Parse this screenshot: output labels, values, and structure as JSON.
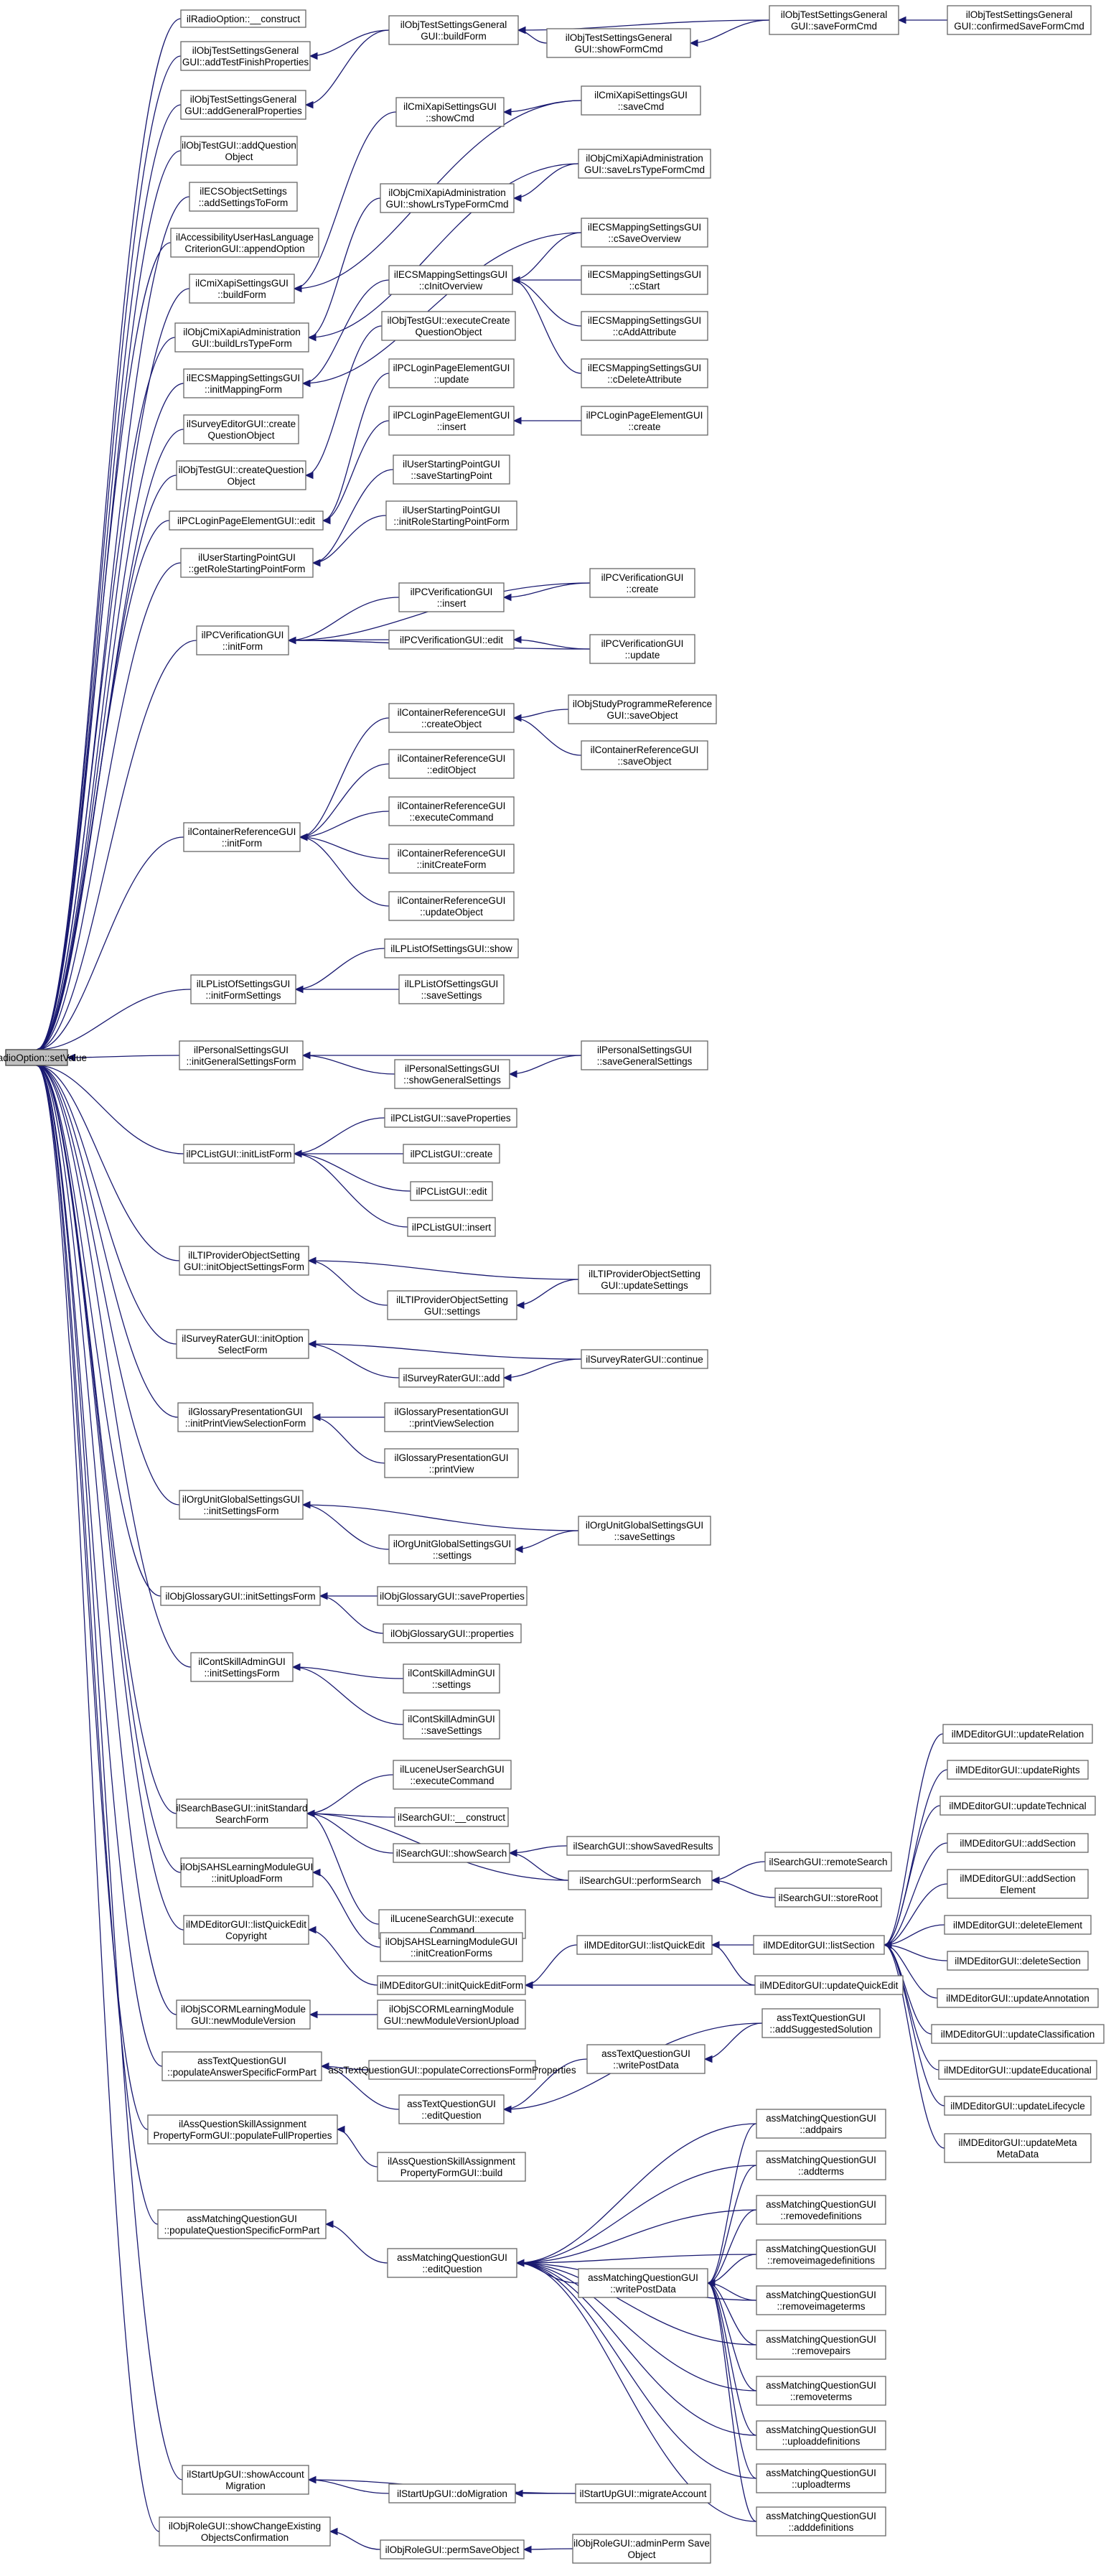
{
  "root": "ilRadioOption::setValue",
  "nodes": {
    "root": [
      "ilRadioOption::setValue"
    ],
    "roc": [
      "ilRadioOption::__construct"
    ],
    "tsgAddFinish": [
      "ilObjTestSettingsGeneral",
      "GUI::addTestFinishProperties"
    ],
    "tsgAddGeneral": [
      "ilObjTestSettingsGeneral",
      "GUI::addGeneralProperties"
    ],
    "tguiAddQ": [
      "ilObjTestGUI::addQuestion",
      "Object"
    ],
    "ecsObj": [
      "ilECSObjectSettings",
      "::addSettingsToForm"
    ],
    "accLang": [
      "ilAccessibilityUserHasLanguage",
      "CriterionGUI::appendOption"
    ],
    "cmiXapiBuild": [
      "ilCmiXapiSettingsGUI",
      "::buildForm"
    ],
    "cmiAdmBuild": [
      "ilObjCmiXapiAdministration",
      "GUI::buildLrsTypeForm"
    ],
    "ecsMapInit": [
      "ilECSMappingSettingsGUI",
      "::initMappingForm"
    ],
    "surveyEd": [
      "ilSurveyEditorGUI::create",
      "QuestionObject"
    ],
    "tguiCreateQ": [
      "ilObjTestGUI::createQuestion",
      "Object"
    ],
    "pcLoginEdit": [
      "ilPCLoginPageElementGUI::edit"
    ],
    "usp": [
      "ilUserStartingPointGUI",
      "::getRoleStartingPointForm"
    ],
    "pcVerInit": [
      "ilPCVerificationGUI",
      "::initForm"
    ],
    "contRefInit": [
      "ilContainerReferenceGUI",
      "::initForm"
    ],
    "lpList": [
      "ilLPListOfSettingsGUI",
      "::initFormSettings"
    ],
    "persInit": [
      "ilPersonalSettingsGUI",
      "::initGeneralSettingsForm"
    ],
    "pcListInit": [
      "ilPCListGUI::initListForm"
    ],
    "ltiInit": [
      "ilLTIProviderObjectSetting",
      "GUI::initObjectSettingsForm"
    ],
    "surveyRater": [
      "ilSurveyRaterGUI::initOption",
      "SelectForm"
    ],
    "glossPres": [
      "ilGlossaryPresentationGUI",
      "::initPrintViewSelectionForm"
    ],
    "orgUnit": [
      "ilOrgUnitGlobalSettingsGUI",
      "::initSettingsForm"
    ],
    "glossInit": [
      "ilObjGlossaryGUI::initSettingsForm"
    ],
    "contSkill": [
      "ilContSkillAdminGUI",
      "::initSettingsForm"
    ],
    "searchBase": [
      "ilSearchBaseGUI::initStandard",
      "SearchForm"
    ],
    "sahs": [
      "ilObjSAHSLearningModuleGUI",
      "::initUploadForm"
    ],
    "mdCopy": [
      "ilMDEditorGUI::listQuickEdit",
      "Copyright"
    ],
    "scorm": [
      "ilObjSCORMLearningModule",
      "GUI::newModuleVersion"
    ],
    "textPop": [
      "assTextQuestionGUI",
      "::populateAnswerSpecificFormPart"
    ],
    "skillAssign": [
      "ilAssQuestionSkillAssignment",
      "PropertyFormGUI::populateFullProperties"
    ],
    "matchPop": [
      "assMatchingQuestionGUI",
      "::populateQuestionSpecificFormPart"
    ],
    "startUp": [
      "ilStartUpGUI::showAccount",
      "Migration"
    ],
    "objRole": [
      "ilObjRoleGUI::showChangeExisting",
      "ObjectsConfirmation"
    ],
    "tsgBuild": [
      "ilObjTestSettingsGeneral",
      "GUI::buildForm"
    ],
    "tsgShow": [
      "ilObjTestSettingsGeneral",
      "GUI::showFormCmd"
    ],
    "tsgSave": [
      "ilObjTestSettingsGeneral",
      "GUI::saveFormCmd"
    ],
    "tsgConfirm": [
      "ilObjTestSettingsGeneral",
      "GUI::confirmedSaveFormCmd"
    ],
    "cmiShow": [
      "ilCmiXapiSettingsGUI",
      "::showCmd"
    ],
    "cmiSave": [
      "ilCmiXapiSettingsGUI",
      "::saveCmd"
    ],
    "cmiAdmSave": [
      "ilObjCmiXapiAdministration",
      "GUI::saveLrsTypeFormCmd"
    ],
    "cmiAdmShow": [
      "ilObjCmiXapiAdministration",
      "GUI::showLrsTypeFormCmd"
    ],
    "ecsSaveOv": [
      "ilECSMappingSettingsGUI",
      "::cSaveOverview"
    ],
    "ecsInitOv": [
      "ilECSMappingSettingsGUI",
      "::cInitOverview"
    ],
    "ecsStart": [
      "ilECSMappingSettingsGUI",
      "::cStart"
    ],
    "ecsAdd": [
      "ilECSMappingSettingsGUI",
      "::cAddAttribute"
    ],
    "ecsDel": [
      "ilECSMappingSettingsGUI",
      "::cDeleteAttribute"
    ],
    "tguiExec": [
      "ilObjTestGUI::executeCreate",
      "QuestionObject"
    ],
    "pcLoginUpd": [
      "ilPCLoginPageElementGUI",
      "::update"
    ],
    "pcLoginIns": [
      "ilPCLoginPageElementGUI",
      "::insert"
    ],
    "pcLoginCre": [
      "ilPCLoginPageElementGUI",
      "::create"
    ],
    "uspSave": [
      "ilUserStartingPointGUI",
      "::saveStartingPoint"
    ],
    "uspInitRole": [
      "ilUserStartingPointGUI",
      "::initRoleStartingPointForm"
    ],
    "pcVerCreate": [
      "ilPCVerificationGUI",
      "::create"
    ],
    "pcVerInsert": [
      "ilPCVerificationGUI",
      "::insert"
    ],
    "pcVerEdit": [
      "ilPCVerificationGUI::edit"
    ],
    "pcVerUpdate": [
      "ilPCVerificationGUI",
      "::update"
    ],
    "contRefCreate": [
      "ilContainerReferenceGUI",
      "::createObject"
    ],
    "studyProg": [
      "ilObjStudyProgrammeReference",
      "GUI::saveObject"
    ],
    "contRefSave": [
      "ilContainerReferenceGUI",
      "::saveObject"
    ],
    "contRefEdit": [
      "ilContainerReferenceGUI",
      "::editObject"
    ],
    "contRefExec": [
      "ilContainerReferenceGUI",
      "::executeCommand"
    ],
    "contRefInitCreate": [
      "ilContainerReferenceGUI",
      "::initCreateForm"
    ],
    "contRefUpd": [
      "ilContainerReferenceGUI",
      "::updateObject"
    ],
    "lpShow": [
      "ilLPListOfSettingsGUI::show"
    ],
    "lpSave": [
      "ilLPListOfSettingsGUI",
      "::saveSettings"
    ],
    "persShow": [
      "ilPersonalSettingsGUI",
      "::showGeneralSettings"
    ],
    "persSave": [
      "ilPersonalSettingsGUI",
      "::saveGeneralSettings"
    ],
    "pcListSave": [
      "ilPCListGUI::saveProperties"
    ],
    "pcListCreate": [
      "ilPCListGUI::create"
    ],
    "pcListEdit": [
      "ilPCListGUI::edit"
    ],
    "pcListInsert": [
      "ilPCListGUI::insert"
    ],
    "ltiSettings": [
      "ilLTIProviderObjectSetting",
      "GUI::settings"
    ],
    "ltiUpdate": [
      "ilLTIProviderObjectSetting",
      "GUI::updateSettings"
    ],
    "surveyAdd": [
      "ilSurveyRaterGUI::add"
    ],
    "surveyCont": [
      "ilSurveyRaterGUI::continue"
    ],
    "glossPrintSel": [
      "ilGlossaryPresentationGUI",
      "::printViewSelection"
    ],
    "glossPrint": [
      "ilGlossaryPresentationGUI",
      "::printView"
    ],
    "orgSettings": [
      "ilOrgUnitGlobalSettingsGUI",
      "::settings"
    ],
    "orgSave": [
      "ilOrgUnitGlobalSettingsGUI",
      "::saveSettings"
    ],
    "glossSaveProp": [
      "ilObjGlossaryGUI::saveProperties"
    ],
    "glossProp": [
      "ilObjGlossaryGUI::properties"
    ],
    "skillSettings": [
      "ilContSkillAdminGUI",
      "::settings"
    ],
    "skillSave": [
      "ilContSkillAdminGUI",
      "::saveSettings"
    ],
    "luceneUserExec": [
      "ilLuceneUserSearchGUI",
      "::executeCommand"
    ],
    "searchConstruct": [
      "ilSearchGUI::__construct"
    ],
    "searchShow": [
      "ilSearchGUI::showSearch"
    ],
    "searchSaved": [
      "ilSearchGUI::showSavedResults"
    ],
    "searchPerform": [
      "ilSearchGUI::performSearch"
    ],
    "searchRemote": [
      "ilSearchGUI::remoteSearch"
    ],
    "searchRoot": [
      "ilSearchGUI::storeRoot"
    ],
    "luceneExec": [
      "ilLuceneSearchGUI::execute",
      "Command"
    ],
    "sahsInit": [
      "ilObjSAHSLearningModuleGUI",
      "::initCreationForms"
    ],
    "mdListQuick": [
      "ilMDEditorGUI::listQuickEdit"
    ],
    "mdInitQuick": [
      "ilMDEditorGUI::initQuickEditForm"
    ],
    "mdUpdQuick": [
      "ilMDEditorGUI::updateQuickEdit"
    ],
    "mdListSection": [
      "ilMDEditorGUI::listSection"
    ],
    "mdUpdRelation": [
      "ilMDEditorGUI::updateRelation"
    ],
    "mdUpdRights": [
      "ilMDEditorGUI::updateRights"
    ],
    "mdUpdTechnical": [
      "ilMDEditorGUI::updateTechnical"
    ],
    "mdAddSection": [
      "ilMDEditorGUI::addSection"
    ],
    "mdAddSectionEl": [
      "ilMDEditorGUI::addSection",
      "Element"
    ],
    "mdDelElement": [
      "ilMDEditorGUI::deleteElement"
    ],
    "mdDelSection": [
      "ilMDEditorGUI::deleteSection"
    ],
    "mdUpdAnnotation": [
      "ilMDEditorGUI::updateAnnotation"
    ],
    "mdUpdClass": [
      "ilMDEditorGUI::updateClassification"
    ],
    "mdUpdEdu": [
      "ilMDEditorGUI::updateEducational"
    ],
    "mdUpdLife": [
      "ilMDEditorGUI::updateLifecycle"
    ],
    "mdUpdMeta": [
      "ilMDEditorGUI::updateMeta",
      "MetaData"
    ],
    "scormNew": [
      "ilObjSCORMLearningModule",
      "GUI::newModuleVersionUpload"
    ],
    "textAddSugg": [
      "assTextQuestionGUI",
      "::addSuggestedSolution"
    ],
    "textWrite": [
      "assTextQuestionGUI",
      "::writePostData"
    ],
    "textPopCorr": [
      "assTextQuestionGUI::populateCorrectionsFormProperties"
    ],
    "textEdit": [
      "assTextQuestionGUI",
      "::editQuestion"
    ],
    "skillBuild": [
      "ilAssQuestionSkillAssignment",
      "PropertyFormGUI::build"
    ],
    "mAddPairs": [
      "assMatchingQuestionGUI",
      "::addpairs"
    ],
    "mAddTerms": [
      "assMatchingQuestionGUI",
      "::addterms"
    ],
    "mRemDefs": [
      "assMatchingQuestionGUI",
      "::removedefinitions"
    ],
    "mRemImgDefs": [
      "assMatchingQuestionGUI",
      "::removeimagedefinitions"
    ],
    "mEdit": [
      "assMatchingQuestionGUI",
      "::editQuestion"
    ],
    "mWrite": [
      "assMatchingQuestionGUI",
      "::writePostData"
    ],
    "mRemImgTerms": [
      "assMatchingQuestionGUI",
      "::removeimageterms"
    ],
    "mRemPairs": [
      "assMatchingQuestionGUI",
      "::removepairs"
    ],
    "mRemTerms": [
      "assMatchingQuestionGUI",
      "::removeterms"
    ],
    "mUpDefs": [
      "assMatchingQuestionGUI",
      "::uploaddefinitions"
    ],
    "mUpTerms": [
      "assMatchingQuestionGUI",
      "::uploadterms"
    ],
    "mAddDefs": [
      "assMatchingQuestionGUI",
      "::adddefinitions"
    ],
    "startDo": [
      "ilStartUpGUI::doMigration"
    ],
    "startMig": [
      "ilStartUpGUI::migrateAccount"
    ],
    "rolePerm": [
      "ilObjRoleGUI::permSaveObject"
    ],
    "roleAdmin": [
      "ilObjRoleGUI::adminPerm Save",
      "Object"
    ]
  },
  "edges": [
    [
      "roc",
      "root"
    ],
    [
      "tsgAddFinish",
      "root"
    ],
    [
      "tsgAddGeneral",
      "root"
    ],
    [
      "tguiAddQ",
      "root"
    ],
    [
      "ecsObj",
      "root"
    ],
    [
      "accLang",
      "root"
    ],
    [
      "cmiXapiBuild",
      "root"
    ],
    [
      "cmiAdmBuild",
      "root"
    ],
    [
      "ecsMapInit",
      "root"
    ],
    [
      "surveyEd",
      "root"
    ],
    [
      "tguiCreateQ",
      "root"
    ],
    [
      "pcLoginEdit",
      "root"
    ],
    [
      "usp",
      "root"
    ],
    [
      "pcVerInit",
      "root"
    ],
    [
      "contRefInit",
      "root"
    ],
    [
      "lpList",
      "root"
    ],
    [
      "persInit",
      "root"
    ],
    [
      "pcListInit",
      "root"
    ],
    [
      "ltiInit",
      "root"
    ],
    [
      "surveyRater",
      "root"
    ],
    [
      "glossPres",
      "root"
    ],
    [
      "orgUnit",
      "root"
    ],
    [
      "glossInit",
      "root"
    ],
    [
      "contSkill",
      "root"
    ],
    [
      "searchBase",
      "root"
    ],
    [
      "sahs",
      "root"
    ],
    [
      "mdCopy",
      "root"
    ],
    [
      "scorm",
      "root"
    ],
    [
      "textPop",
      "root"
    ],
    [
      "skillAssign",
      "root"
    ],
    [
      "matchPop",
      "root"
    ],
    [
      "startUp",
      "root"
    ],
    [
      "objRole",
      "root"
    ],
    [
      "tsgBuild",
      "tsgAddFinish"
    ],
    [
      "tsgBuild",
      "tsgAddGeneral"
    ],
    [
      "tsgShow",
      "tsgBuild"
    ],
    [
      "tsgSave",
      "tsgBuild"
    ],
    [
      "tsgSave",
      "tsgShow"
    ],
    [
      "tsgConfirm",
      "tsgSave"
    ],
    [
      "cmiShow",
      "cmiXapiBuild"
    ],
    [
      "cmiSave",
      "cmiXapiBuild"
    ],
    [
      "cmiSave",
      "cmiShow"
    ],
    [
      "cmiAdmSave",
      "cmiAdmBuild"
    ],
    [
      "cmiAdmShow",
      "cmiAdmBuild"
    ],
    [
      "cmiAdmSave",
      "cmiAdmShow"
    ],
    [
      "ecsSaveOv",
      "ecsMapInit"
    ],
    [
      "ecsInitOv",
      "ecsMapInit"
    ],
    [
      "ecsSaveOv",
      "ecsInitOv"
    ],
    [
      "ecsStart",
      "ecsInitOv"
    ],
    [
      "ecsAdd",
      "ecsInitOv"
    ],
    [
      "ecsDel",
      "ecsInitOv"
    ],
    [
      "tguiExec",
      "tguiCreateQ"
    ],
    [
      "pcLoginUpd",
      "pcLoginEdit"
    ],
    [
      "pcLoginIns",
      "pcLoginEdit"
    ],
    [
      "pcLoginCre",
      "pcLoginIns"
    ],
    [
      "uspSave",
      "usp"
    ],
    [
      "uspInitRole",
      "usp"
    ],
    [
      "pcVerCreate",
      "pcVerInit"
    ],
    [
      "pcVerInsert",
      "pcVerInit"
    ],
    [
      "pcVerEdit",
      "pcVerInit"
    ],
    [
      "pcVerUpdate",
      "pcVerInit"
    ],
    [
      "pcVerCreate",
      "pcVerInsert"
    ],
    [
      "pcVerUpdate",
      "pcVerEdit"
    ],
    [
      "contRefCreate",
      "contRefInit"
    ],
    [
      "contRefEdit",
      "contRefInit"
    ],
    [
      "contRefExec",
      "contRefInit"
    ],
    [
      "contRefInitCreate",
      "contRefInit"
    ],
    [
      "contRefUpd",
      "contRefInit"
    ],
    [
      "studyProg",
      "contRefCreate"
    ],
    [
      "contRefSave",
      "contRefCreate"
    ],
    [
      "lpShow",
      "lpList"
    ],
    [
      "lpSave",
      "lpList"
    ],
    [
      "persSave",
      "persInit"
    ],
    [
      "persShow",
      "persInit"
    ],
    [
      "persSave",
      "persShow"
    ],
    [
      "pcListSave",
      "pcListInit"
    ],
    [
      "pcListCreate",
      "pcListInit"
    ],
    [
      "pcListEdit",
      "pcListInit"
    ],
    [
      "pcListInsert",
      "pcListInit"
    ],
    [
      "ltiUpdate",
      "ltiInit"
    ],
    [
      "ltiSettings",
      "ltiInit"
    ],
    [
      "ltiUpdate",
      "ltiSettings"
    ],
    [
      "surveyCont",
      "surveyRater"
    ],
    [
      "surveyAdd",
      "surveyRater"
    ],
    [
      "surveyCont",
      "surveyAdd"
    ],
    [
      "glossPrintSel",
      "glossPres"
    ],
    [
      "glossPrint",
      "glossPres"
    ],
    [
      "orgSave",
      "orgUnit"
    ],
    [
      "orgSettings",
      "orgUnit"
    ],
    [
      "orgSave",
      "orgSettings"
    ],
    [
      "glossSaveProp",
      "glossInit"
    ],
    [
      "glossProp",
      "glossInit"
    ],
    [
      "skillSettings",
      "contSkill"
    ],
    [
      "skillSave",
      "contSkill"
    ],
    [
      "luceneUserExec",
      "searchBase"
    ],
    [
      "searchConstruct",
      "searchBase"
    ],
    [
      "searchShow",
      "searchBase"
    ],
    [
      "searchPerform",
      "searchBase"
    ],
    [
      "luceneExec",
      "searchBase"
    ],
    [
      "searchSaved",
      "searchShow"
    ],
    [
      "searchPerform",
      "searchShow"
    ],
    [
      "searchRemote",
      "searchPerform"
    ],
    [
      "searchRoot",
      "searchPerform"
    ],
    [
      "sahsInit",
      "sahs"
    ],
    [
      "mdInitQuick",
      "mdCopy"
    ],
    [
      "mdListQuick",
      "mdInitQuick"
    ],
    [
      "mdUpdQuick",
      "mdInitQuick"
    ],
    [
      "mdListSection",
      "mdListQuick"
    ],
    [
      "mdUpdQuick",
      "mdListQuick"
    ],
    [
      "mdUpdRelation",
      "mdListSection"
    ],
    [
      "mdUpdRights",
      "mdListSection"
    ],
    [
      "mdUpdTechnical",
      "mdListSection"
    ],
    [
      "mdAddSection",
      "mdListSection"
    ],
    [
      "mdAddSectionEl",
      "mdListSection"
    ],
    [
      "mdDelElement",
      "mdListSection"
    ],
    [
      "mdDelSection",
      "mdListSection"
    ],
    [
      "mdUpdAnnotation",
      "mdListSection"
    ],
    [
      "mdUpdClass",
      "mdListSection"
    ],
    [
      "mdUpdEdu",
      "mdListSection"
    ],
    [
      "mdUpdLife",
      "mdListSection"
    ],
    [
      "mdUpdMeta",
      "mdListSection"
    ],
    [
      "scormNew",
      "scorm"
    ],
    [
      "textPopCorr",
      "textPop"
    ],
    [
      "textEdit",
      "textPop"
    ],
    [
      "textAddSugg",
      "textEdit"
    ],
    [
      "textWrite",
      "textEdit"
    ],
    [
      "textAddSugg",
      "textWrite"
    ],
    [
      "skillBuild",
      "skillAssign"
    ],
    [
      "mEdit",
      "matchPop"
    ],
    [
      "mAddPairs",
      "mEdit"
    ],
    [
      "mAddTerms",
      "mEdit"
    ],
    [
      "mRemDefs",
      "mEdit"
    ],
    [
      "mRemImgDefs",
      "mEdit"
    ],
    [
      "mWrite",
      "mEdit"
    ],
    [
      "mRemImgTerms",
      "mEdit"
    ],
    [
      "mRemPairs",
      "mEdit"
    ],
    [
      "mRemTerms",
      "mEdit"
    ],
    [
      "mUpDefs",
      "mEdit"
    ],
    [
      "mUpTerms",
      "mEdit"
    ],
    [
      "mAddDefs",
      "mEdit"
    ],
    [
      "mAddPairs",
      "mWrite"
    ],
    [
      "mAddTerms",
      "mWrite"
    ],
    [
      "mRemDefs",
      "mWrite"
    ],
    [
      "mRemImgDefs",
      "mWrite"
    ],
    [
      "mRemImgTerms",
      "mWrite"
    ],
    [
      "mRemPairs",
      "mWrite"
    ],
    [
      "mRemTerms",
      "mWrite"
    ],
    [
      "mUpDefs",
      "mWrite"
    ],
    [
      "mUpTerms",
      "mWrite"
    ],
    [
      "mAddDefs",
      "mWrite"
    ],
    [
      "startMig",
      "startUp"
    ],
    [
      "startDo",
      "startUp"
    ],
    [
      "startMig",
      "startDo"
    ],
    [
      "rolePerm",
      "objRole"
    ],
    [
      "roleAdmin",
      "rolePerm"
    ]
  ]
}
